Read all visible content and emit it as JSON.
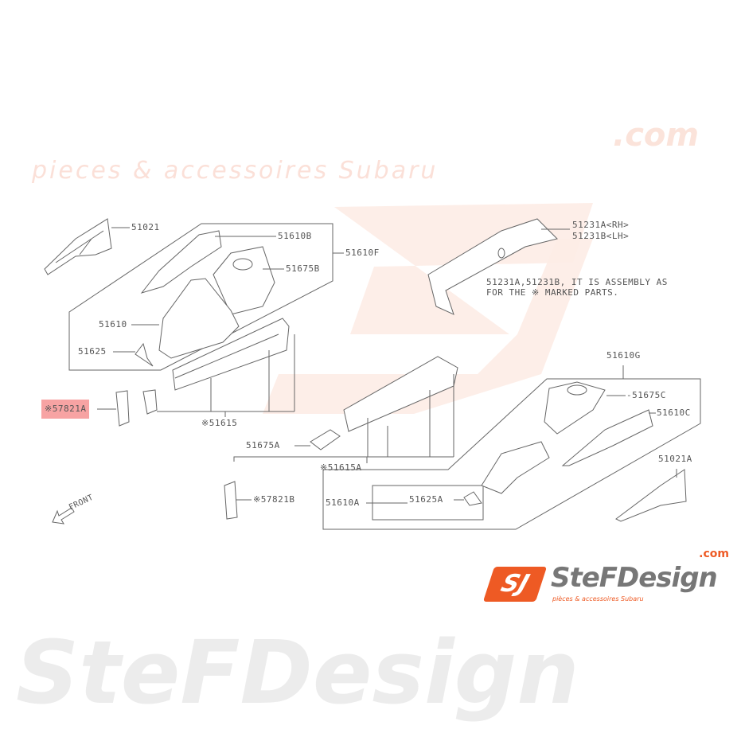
{
  "watermark": {
    "name": "SteFDesign",
    "com": ".com",
    "tagline": "pieces & accessoires Subaru"
  },
  "logo": {
    "mark": "SJ",
    "name": "SteFDesign",
    "com": ".com",
    "tagline": "pièces & accessoires Subaru",
    "accent": "#ee5a24"
  },
  "labels": {
    "p51021": "51021",
    "p51610B": "51610B",
    "p51610F": "51610F",
    "p51675B": "51675B",
    "p51610": "51610",
    "p51625": "51625",
    "p57821A": "※57821A",
    "p51615": "※51615",
    "p51675A": "51675A",
    "p51615A": "※51615A",
    "p57821B": "※57821B",
    "p51231A": "51231A<RH>",
    "p51231B": "51231B<LH>",
    "p51610G": "51610G",
    "p51675C": "-51675C",
    "p51610C": "51610C",
    "p51021A": "51021A",
    "p51610A": "51610A",
    "p51625A": "51625A"
  },
  "note": {
    "line1": "51231A,51231B, IT IS ASSEMBLY AS",
    "line2": "FOR THE ※ MARKED PARTS."
  },
  "front_indicator": "FRONT",
  "highlight_color": "#f7a3a3"
}
